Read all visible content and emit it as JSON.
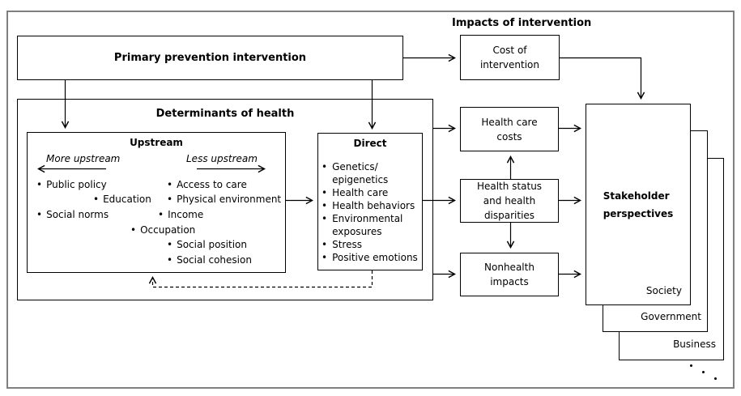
{
  "diagram": {
    "impacts_title": "Impacts of intervention",
    "primary_box_label": "Primary prevention intervention",
    "cost_box_label": "Cost of\nintervention",
    "determinants_title": "Determinants of health",
    "upstream": {
      "title": "Upstream",
      "more_label": "More upstream",
      "less_label": "Less upstream",
      "items": [
        "Public policy",
        "Access to care",
        "Education",
        "Physical environment",
        "Social norms",
        "Income",
        "Occupation",
        "Social position",
        "Social cohesion"
      ]
    },
    "direct": {
      "title": "Direct",
      "items": [
        "Genetics/\nepigenetics",
        "Health care",
        "Health behaviors",
        "Environmental\nexposures",
        "Stress",
        "Positive emotions"
      ]
    },
    "outcomes": {
      "health_care_costs": "Health care\ncosts",
      "health_status": "Health status\nand health\ndisparities",
      "nonhealth_impacts": "Nonhealth\nimpacts"
    },
    "stakeholders": {
      "title": "Stakeholder\nperspectives",
      "layers": [
        "Society",
        "Government",
        "Business"
      ]
    }
  }
}
